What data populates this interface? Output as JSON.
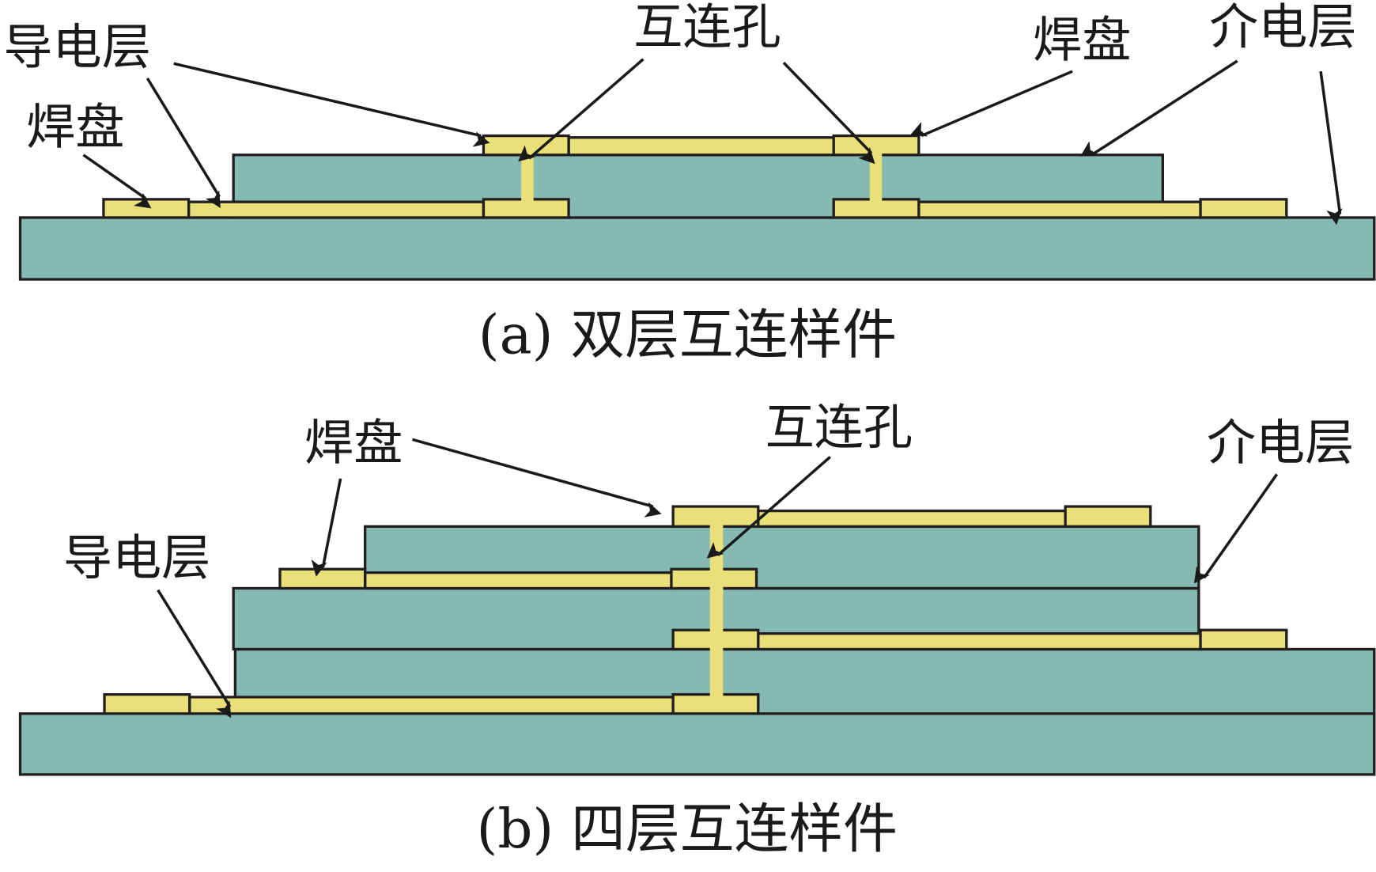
{
  "colors": {
    "dielectric": "#84BAB2",
    "conductor": "#E9E07A",
    "outline": "#231F20",
    "text": "#1a1a1a"
  },
  "panel_a": {
    "caption": "(a)  双层互连样件",
    "labels": {
      "conductive_layer": "导电层",
      "pad_left": "焊盘",
      "via": "互连孔",
      "pad_right": "焊盘",
      "dielectric": "介电层"
    }
  },
  "panel_b": {
    "caption": "(b)  四层互连样件",
    "labels": {
      "pad": "焊盘",
      "via": "互连孔",
      "dielectric": "介电层",
      "conductive_layer": "导电层"
    }
  }
}
